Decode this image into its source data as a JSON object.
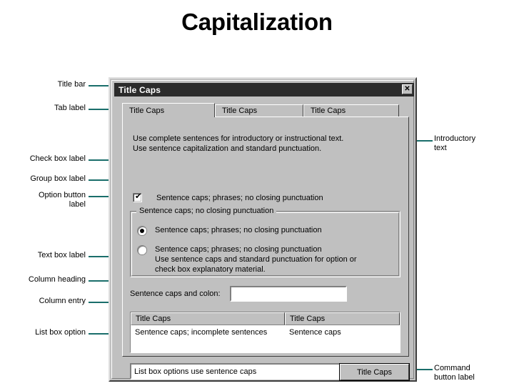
{
  "slide": {
    "title": "Capitalization"
  },
  "dialog": {
    "title_bar": {
      "title": "Title Caps",
      "close_label": "✕"
    },
    "tabs": [
      {
        "label": "Title Caps",
        "active": true
      },
      {
        "label": "Title Caps",
        "active": false
      },
      {
        "label": "Title Caps",
        "active": false
      }
    ],
    "intro_text": "Use complete sentences for introductory or instructional text.\nUse sentence capitalization and standard punctuation.",
    "check_box": {
      "label": "Sentence caps; phrases; no closing punctuation",
      "checked": true,
      "tick": "✔"
    },
    "group_box": {
      "label": "Sentence caps; no closing punctuation",
      "options": [
        {
          "label": "Sentence caps; phrases; no closing punctuation",
          "selected": true
        },
        {
          "label": "Sentence caps; phrases; no closing punctuation\nUse sentence caps and standard punctuation for option or\ncheck box explanatory material.",
          "selected": false
        }
      ]
    },
    "text_box": {
      "label": "Sentence caps and colon:",
      "value": "",
      "placeholder": ""
    },
    "list_view": {
      "columns": [
        "Title Caps",
        "Title Caps"
      ],
      "rows": [
        [
          "Sentence caps; incomplete sentences",
          "Sentence caps"
        ]
      ]
    },
    "combo_box": {
      "value": "List box options use sentence caps",
      "arrow": "dropdown-arrow"
    },
    "command_button": {
      "label": "Title Caps"
    }
  },
  "callouts": [
    {
      "id": "title-bar",
      "label": "Title bar"
    },
    {
      "id": "tab-label",
      "label": "Tab label"
    },
    {
      "id": "check-box",
      "label": "Check box label"
    },
    {
      "id": "group-box",
      "label": "Group box label"
    },
    {
      "id": "option-button",
      "label": "Option button\nlabel"
    },
    {
      "id": "text-box",
      "label": "Text box label"
    },
    {
      "id": "column-heading",
      "label": "Column heading"
    },
    {
      "id": "column-entry",
      "label": "Column entry"
    },
    {
      "id": "list-box",
      "label": "List box option"
    },
    {
      "id": "intro-text",
      "label": "Introductory\ntext"
    },
    {
      "id": "command-button",
      "label": "Command\nbutton label"
    }
  ],
  "colors": {
    "callout_line": "#1a6e6b",
    "dialog_face": "#c0c0c0",
    "title_bar": "#2b2b2b",
    "page_background": "#ffffff"
  }
}
